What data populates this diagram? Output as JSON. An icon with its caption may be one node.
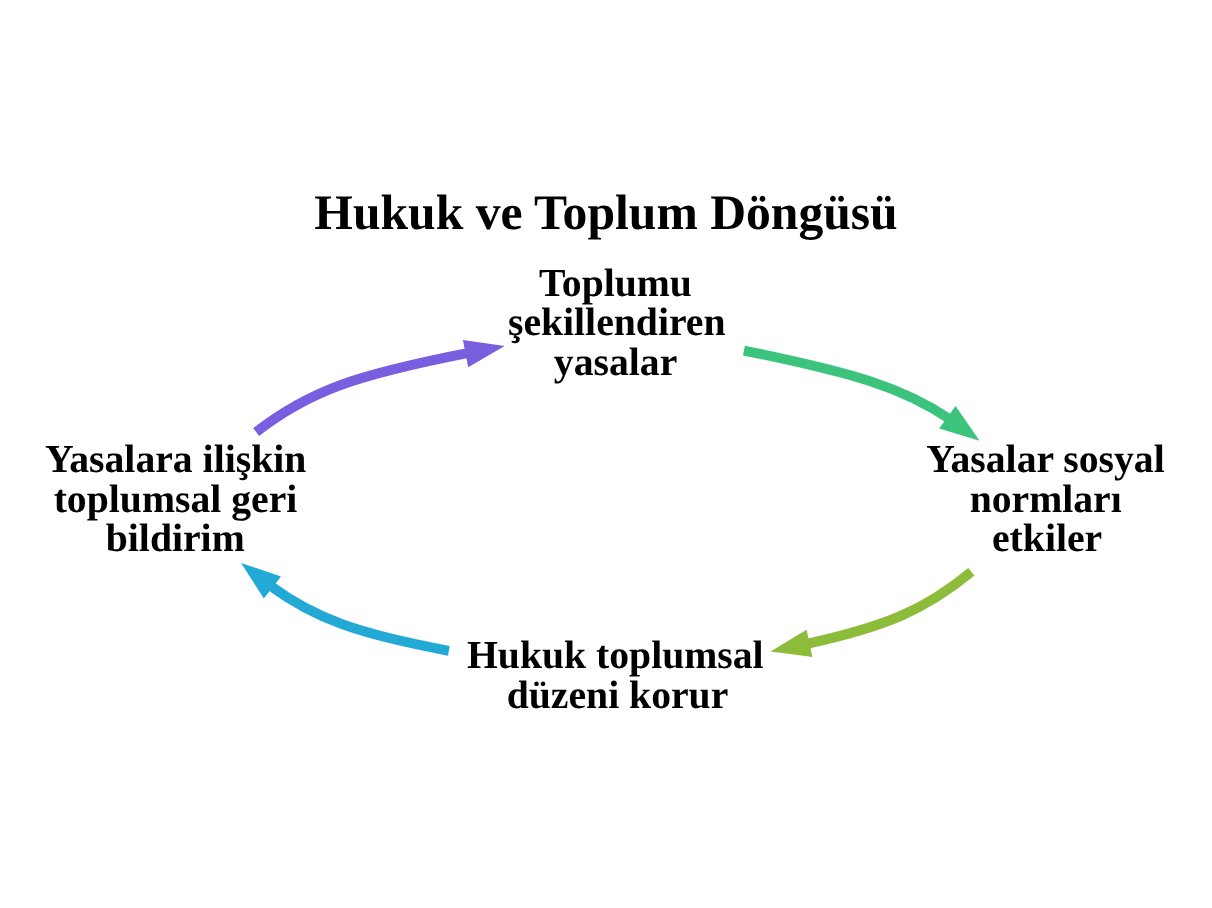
{
  "diagram": {
    "title": "Hukuk ve Toplum Döngüsü",
    "nodes": [
      {
        "text": [
          "Toplumu şekillendiren yasalar"
        ]
      },
      {
        "text": [
          "Yasalar sosyal normları etkiler"
        ]
      },
      {
        "text": [
          "Hukuk toplumsal düzeni korur"
        ]
      },
      {
        "text": [
          "Yasalara ilişkin toplumsal geri bildirim"
        ]
      }
    ],
    "edges": [
      {
        "from": 0,
        "to": 1,
        "arrow": "to",
        "color": "#3cc47f"
      },
      {
        "from": 1,
        "to": 2,
        "arrow": "to",
        "color": "#8dbb3a"
      },
      {
        "from": 2,
        "to": 3,
        "arrow": "to",
        "color": "#22a9d6"
      },
      {
        "from": 3,
        "to": 0,
        "arrow": "to",
        "color": "#7a5ee0"
      }
    ]
  }
}
